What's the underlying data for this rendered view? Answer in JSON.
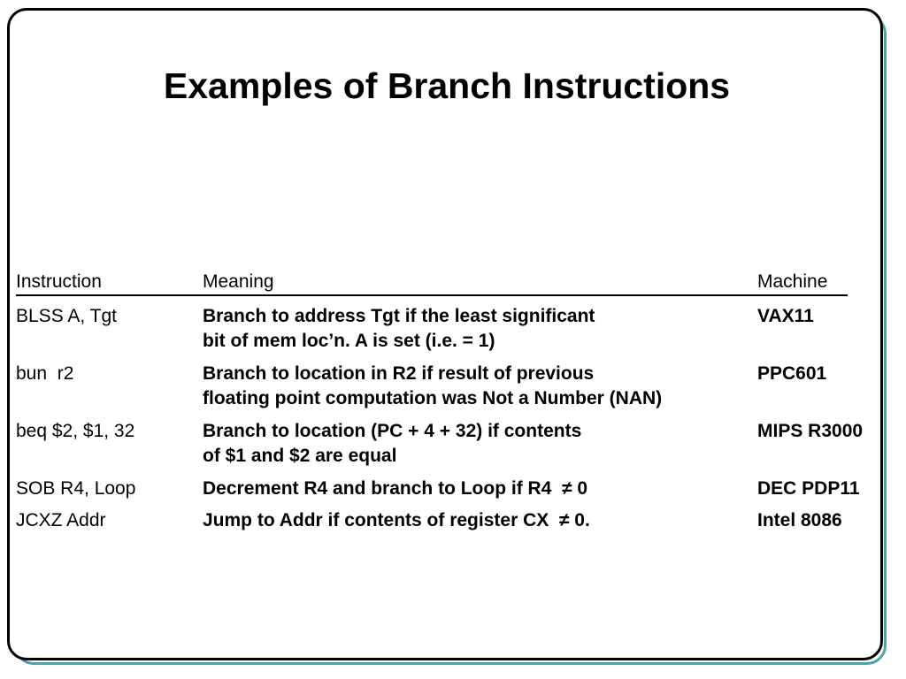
{
  "title": "Examples of Branch Instructions",
  "headers": {
    "instruction": "Instruction",
    "meaning": "Meaning",
    "machine": "Machine"
  },
  "rows": [
    {
      "instruction": "BLSS A, Tgt",
      "meaning_line1": "Branch to address Tgt if the least significant",
      "meaning_line2": "bit of mem loc’n. A is set (i.e. = 1)",
      "machine": "VAX11"
    },
    {
      "instruction": "bun  r2",
      "meaning_line1": "Branch to location in R2 if result of previous",
      "meaning_line2": "floating point computation was Not a Number (NAN)",
      "machine": "PPC601"
    },
    {
      "instruction": "beq $2, $1, 32",
      "meaning_line1": "Branch to location (PC + 4 + 32) if contents",
      "meaning_line2": "of $1 and $2 are equal",
      "machine": "MIPS R3000"
    },
    {
      "instruction": "SOB R4, Loop",
      "meaning_line1": "Decrement R4 and branch to Loop if R4  ≠ 0",
      "meaning_line2": "",
      "machine": "DEC PDP11"
    },
    {
      "instruction": "JCXZ Addr",
      "meaning_line1": "Jump to Addr if contents of register CX  ≠ 0.",
      "meaning_line2": "",
      "machine": "Intel 8086"
    }
  ],
  "colors": {
    "frame": "#000000",
    "frame_shadow": "#4aa3a8",
    "background": "#ffffff"
  }
}
